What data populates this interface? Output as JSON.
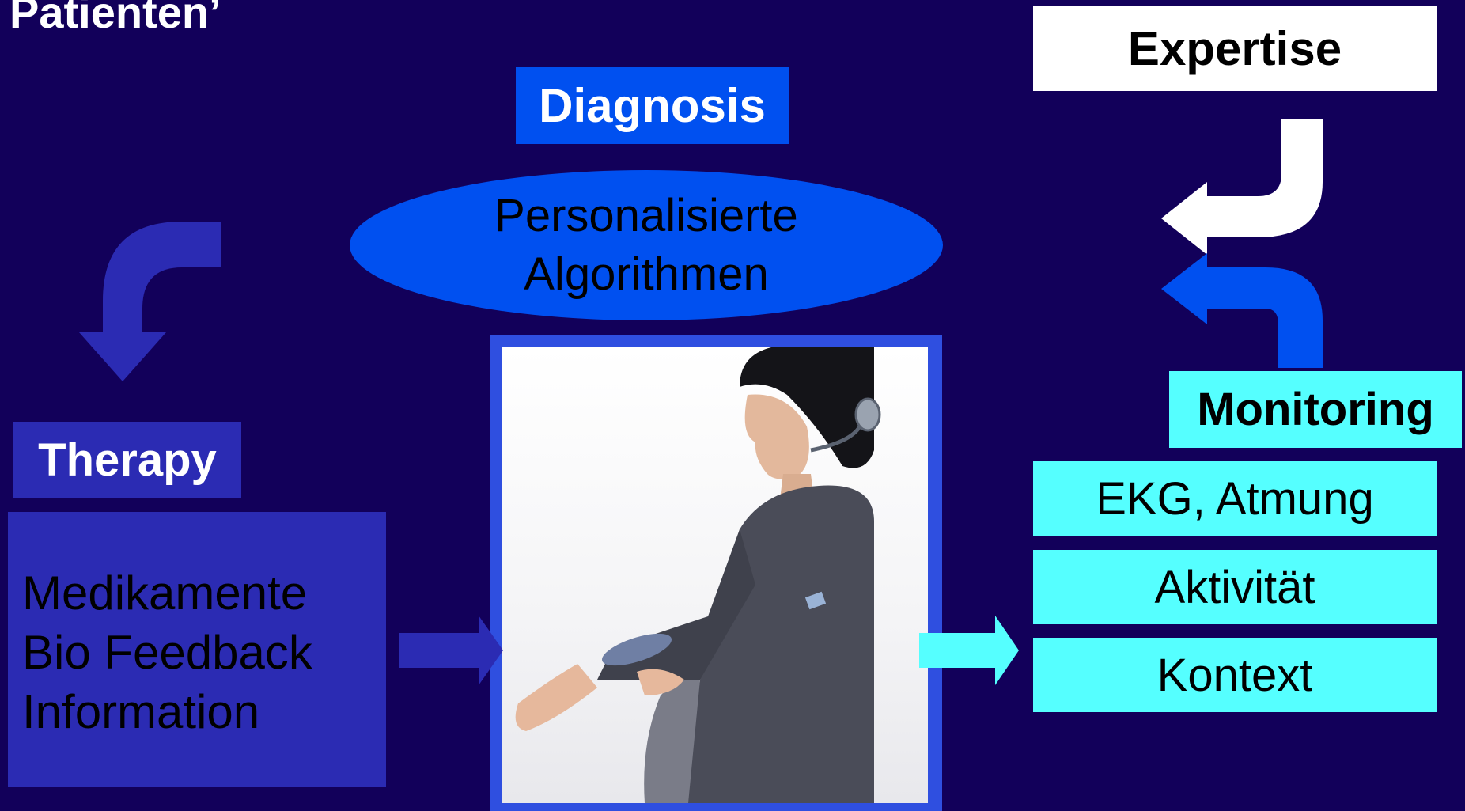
{
  "slide": {
    "top_title": "Patienten’"
  },
  "labels": {
    "expertise": "Expertise",
    "diagnosis": "Diagnosis",
    "therapy": "Therapy",
    "monitoring": "Monitoring"
  },
  "algorithms": {
    "line1": "Personalisierte",
    "line2": "Algorithmen"
  },
  "therapy_items": [
    "Medikamente",
    "Bio Feedback",
    "Information"
  ],
  "monitoring_items": [
    "EKG, Atmung",
    "Aktivität",
    "Kontext"
  ],
  "colors": {
    "background": "#12005a",
    "diagnosis_blue": "#0050f0",
    "therapy_blue": "#2b2bb3",
    "monitoring_cyan": "#55ffff",
    "expertise_white": "#ffffff"
  },
  "icons": {
    "therapy_arrow": "curved-arrow-down-icon",
    "expertise_arrow": "curved-arrow-left-white-icon",
    "monitoring_arrow": "curved-arrow-left-blue-icon",
    "input_arrow": "arrow-right-blue-icon",
    "output_arrow": "arrow-right-cyan-icon"
  }
}
